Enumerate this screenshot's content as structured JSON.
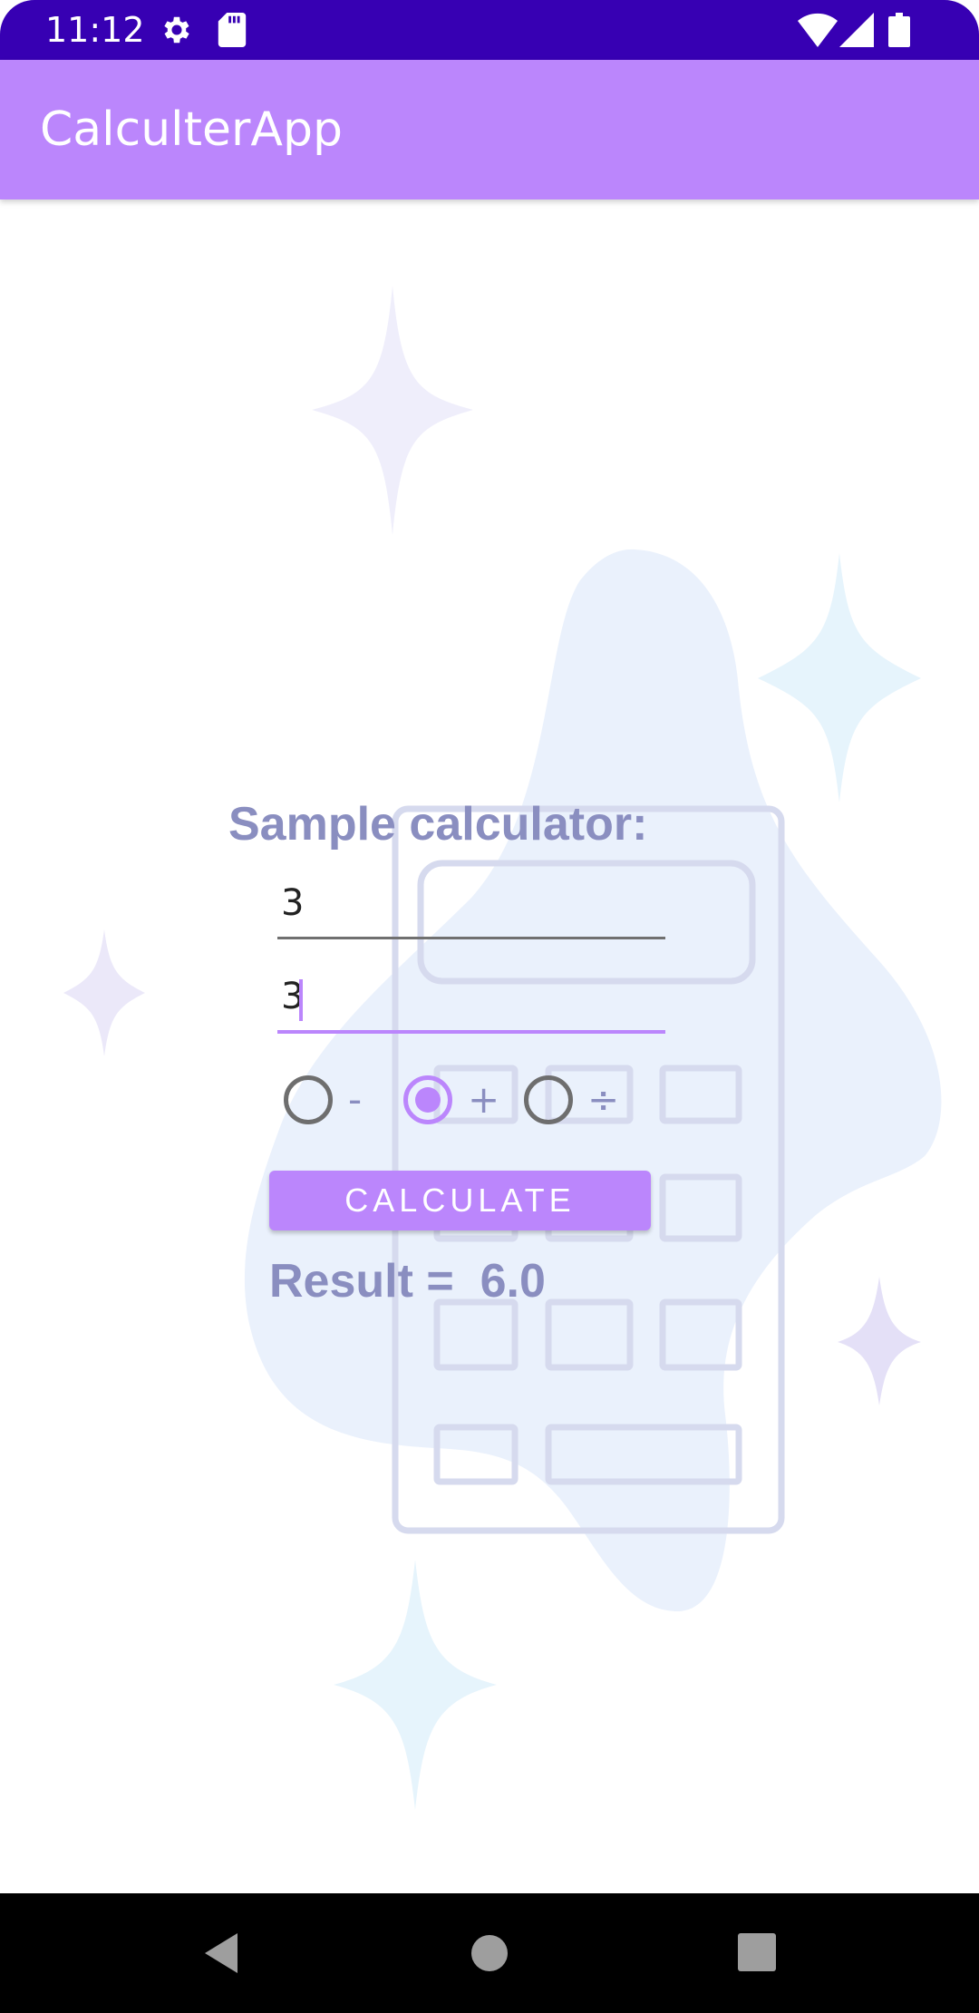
{
  "status_bar": {
    "time": "11:12",
    "icons": [
      "gear-icon",
      "sd-card-icon",
      "wifi-icon",
      "signal-icon",
      "battery-icon"
    ],
    "background": "#3700b3"
  },
  "app_bar": {
    "title": "CalculterApp",
    "background": "#bb86fc"
  },
  "calculator": {
    "heading": "Sample calculator:",
    "first_number": "3",
    "second_number": "3",
    "operations": [
      {
        "label": "-",
        "selected": false
      },
      {
        "label": "+",
        "selected": true
      },
      {
        "label": "÷",
        "selected": false
      }
    ],
    "calculate_label": "CALCULATE",
    "result_text": "Result =  6.0"
  },
  "nav_bar": {
    "buttons": [
      "back-icon",
      "home-icon",
      "recents-icon"
    ]
  },
  "colors": {
    "primary": "#bb86fc",
    "primary_dark": "#3700b3",
    "text_accent": "#8a8ec0"
  }
}
